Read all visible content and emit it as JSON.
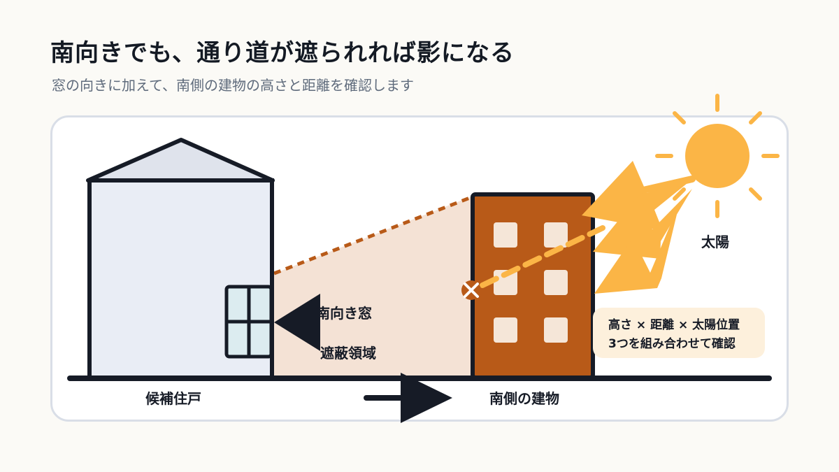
{
  "header": {
    "title": "南向きでも、通り道が遮られれば影になる",
    "subtitle": "窓の向きに加えて、南側の建物の高さと距離を確認します"
  },
  "labels": {
    "candidate_unit": "候補住戸",
    "south_building": "南側の建物",
    "south_window": "南向き窓",
    "shade_area": "遮蔽領域",
    "sun": "太陽"
  },
  "note": {
    "line1": "高さ × 距離 × 太陽位置",
    "line2": "3つを組み合わせて確認"
  },
  "colors": {
    "brown": "#b85a18",
    "sun": "#fbb546",
    "shade": "#f4e2d5",
    "house": "#e9edf5",
    "outline": "#161b26"
  }
}
